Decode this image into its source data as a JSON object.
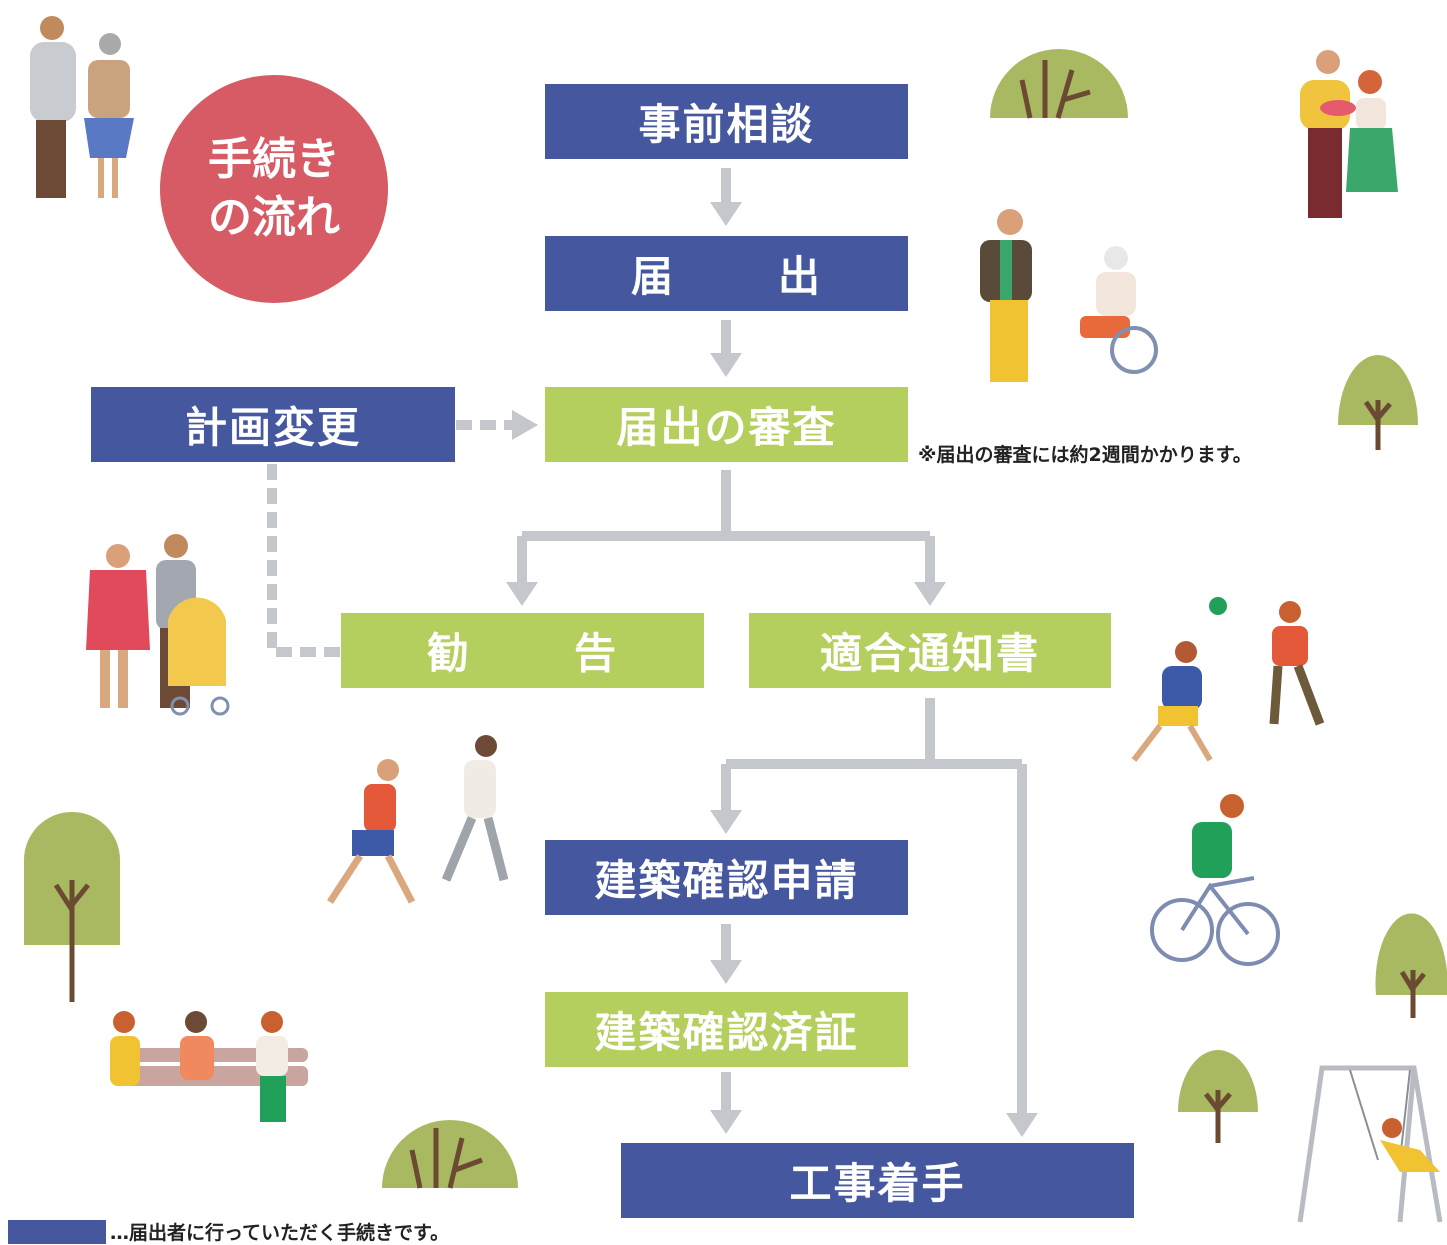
{
  "title": {
    "line1": "手続き",
    "line2": "の流れ"
  },
  "colors": {
    "applicant_step": "#44579f",
    "city_step": "#b5cf5e",
    "title_circle": "#d65b64",
    "arrow": "#c4c7cb"
  },
  "steps": {
    "consultation": "事前相談",
    "notification_a": "届",
    "notification_b": "出",
    "review": "届出の審査",
    "plan_change": "計画変更",
    "recommendation_a": "勧",
    "recommendation_b": "告",
    "compliance_notice": "適合通知書",
    "building_application": "建築確認申請",
    "building_certificate": "建築確認済証",
    "construction_start": "工事着手"
  },
  "note": "※届出の審査には約2週間かかります。",
  "legend": {
    "text": "…届出者に行っていただく手続きです。"
  }
}
